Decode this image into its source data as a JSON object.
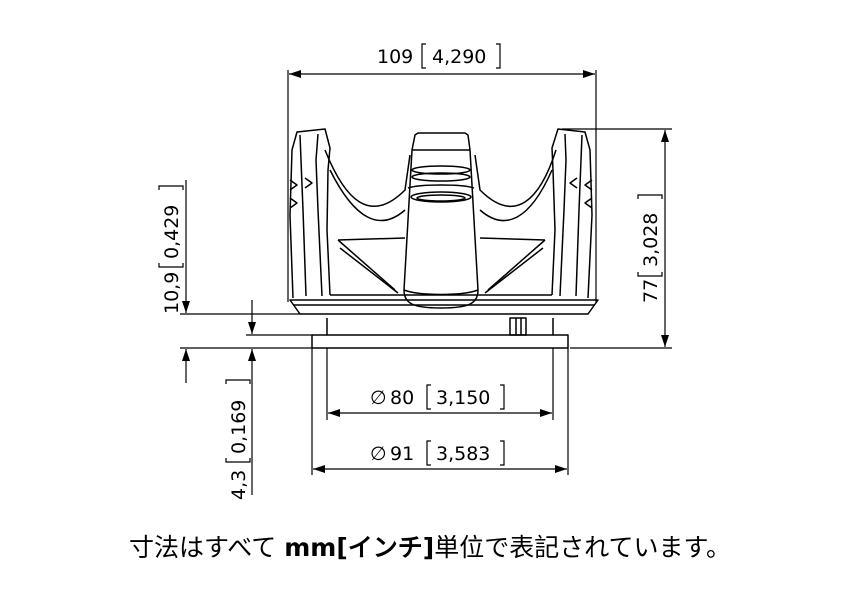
{
  "dimensions": {
    "width": {
      "value": "109",
      "inch": "4,290"
    },
    "height": {
      "value": "77",
      "inch": "3,028"
    },
    "gap_top": {
      "value": "10,9",
      "inch": "0,429"
    },
    "gap_bottom": {
      "value": "4,3",
      "inch": "0,169"
    },
    "inner_dia": {
      "symbol": "∅",
      "value": "80",
      "inch": "3,150"
    },
    "outer_dia": {
      "symbol": "∅",
      "value": "91",
      "inch": "3,583"
    }
  },
  "caption": {
    "prefix": "寸法はすべて ",
    "unit": "mm[インチ]",
    "suffix": "単位で表記されています。"
  }
}
